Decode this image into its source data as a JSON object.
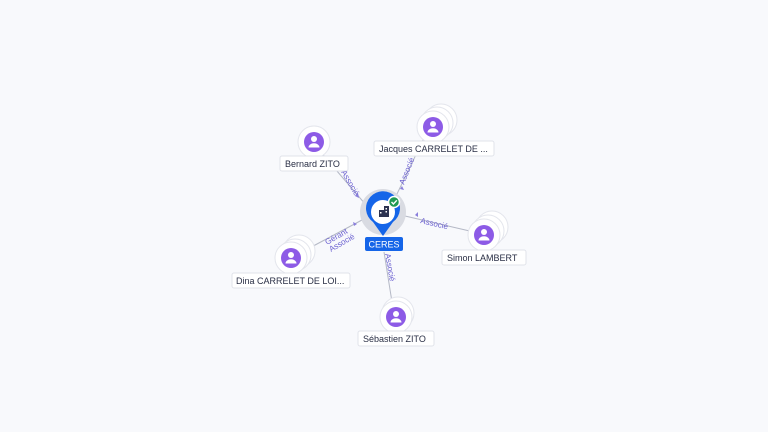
{
  "center": {
    "label": "CERES",
    "icon": "building-icon",
    "verified": true,
    "color": "#1565e8"
  },
  "people": [
    {
      "id": "bernard",
      "name": "Bernard ZITO",
      "role": "Associé",
      "stacked": false
    },
    {
      "id": "jacques",
      "name": "Jacques CARRELET DE ...",
      "role": "Associé",
      "stacked": true
    },
    {
      "id": "simon",
      "name": "Simon LAMBERT",
      "role": "Associé",
      "stacked": true
    },
    {
      "id": "sebastien",
      "name": "Sébastien ZITO",
      "role": "Associé",
      "stacked": false
    },
    {
      "id": "dina",
      "name": "Dina CARRELET DE LOI...",
      "roles": [
        "Gérant",
        "Associé"
      ],
      "stacked": true
    }
  ],
  "colors": {
    "person": "#8d5be6",
    "edge_label": "#6a5fd0",
    "check": "#1f9a54"
  }
}
